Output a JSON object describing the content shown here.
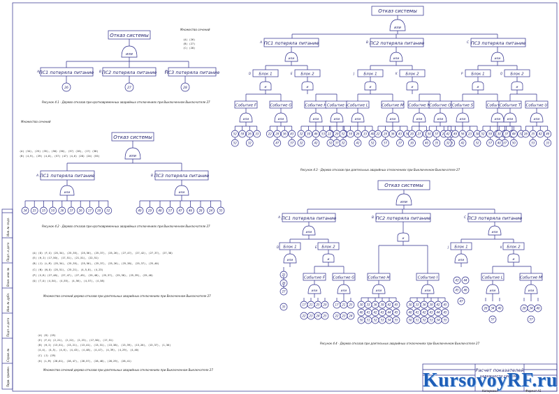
{
  "labels": {
    "system_failure": "Отказ системы",
    "or": "или",
    "and": "и",
    "ps1": "ПС1 потеряла питание",
    "ps2": "ПС2 потеряла питание",
    "ps3": "ПС3 потеряла питание",
    "block1": "Блок 1",
    "block2": "Блок 2",
    "ev_f": "Событие F",
    "ev_g": "Событие G",
    "ev_h": "Событие H",
    "ev_i": "Событие I",
    "ev_l": "Событие L",
    "ev_m": "Событие M",
    "ev_n": "Событие N",
    "ev_o": "Событие O",
    "ev_s": "Событие S",
    "ev_r": "Событие R",
    "ev_t": "Событие T",
    "ev_u": "Событие U"
  },
  "letters": [
    "A",
    "B",
    "C",
    "D",
    "E",
    "J",
    "K",
    "P",
    "Q"
  ],
  "captions": {
    "fig41": "Рисунок 4.1 - Дерево отказов при кратковременных аварийных отключениях при Выключенном Выключателе 27",
    "fig42": "Рисунок 4.2 - Дерево отказов при кратковременных аварийных отключениях при Выключенном Выключателе 27",
    "fig43": "Рисунок 4.3 - Дерево отказов при длительных аварийных отключениях при Выключенном Выключателе 27",
    "fig44": "Рисунок 4.4 - Дерево отказов при длительных аварийных отключениях при Выключенном Выключателе 27",
    "cuts1": "Множество сечений дерева отказов при длительных аварийных отключениях при Включенном Выключателе 27",
    "cuts2": "Множество сечений дерева отказов при длительных аварийных отключениях при Выключенном Выключателе 27"
  },
  "cut_sets_heading": "Множество сечений",
  "fig41_cuts": [
    "(A)  (26)",
    "(B)  (27)",
    "(C)  (28)"
  ],
  "fig42_cuts": [
    "(A)  (34), (25) (35), (50) (36), (37) (26), (17) (38)",
    "(B)  (4,9), (29) (4,8), (57) (47) (4,6) (28) (24) (55)"
  ],
  "table1": [
    "(A)  (D)  (F,G)   (25,34), (25,35), (25,56), (25,37), (25,26), (27,47), (27,42), (27,37), (27,38)",
    "         (E)  (H,I)   (17,50), (17,51), (21,51), (22,51)",
    "(B)  (J)  (L,M)   (25,34), (25,35), (25,56), (25,37), (25,26), (25,38), (25,37), (25,40)",
    "(C)  (N)  (N,O)   (25,51), (25,21), (4,5,8), (4,23)",
    "         (P)  (S,R)   (27,48), (27,47), (27,49), (25,48), (25,37), (25,38), (25,39), (25,40)",
    "         (Q)  (T,U)   (4,54), (4,55), (4,56), (4,57), (4,58)"
  ],
  "table2": [
    "(A)   (D)      (25)",
    "         (E)      (F,G)   (2,21), (2,22), (2,23), (17,50), (17,51)",
    "(B)             (H,I)   (13,51), (13,21), (13,41), (13,31), (13,38), (13,39), (13,26), (13,37), (1,36)",
    "                          (4,4), (4,5), (4,6), (4,43), (4,48), (4,47), (4,39), (4,29), (4,40)",
    "(C)   (J)      (29)",
    "         (K)      (L,M)   (28,61), (28,47), (28,57), (28,48), (28,29), (28,41)"
  ],
  "title_block": {
    "title": "Расчет показателей",
    "subtitle": "надежности системы",
    "copy": "Копировал",
    "format": "Формат  А1"
  },
  "watermark": "KursovoyRF.ru",
  "margin_labels": [
    "Перв. примен.",
    "Справ. №",
    "Подп. и дата",
    "Инв. № дубл.",
    "Взам. инв. №",
    "Подп. и дата",
    "Инв. № подл."
  ],
  "fig41_leaves": [
    "26",
    "27",
    "28"
  ],
  "fig42_leaves_a": [
    "34",
    "25",
    "35",
    "50",
    "36",
    "37",
    "26",
    "17",
    "38",
    "52"
  ],
  "fig42_leaves_b": [
    "49",
    "29",
    "48",
    "57",
    "47",
    "46",
    "28",
    "24",
    "55"
  ]
}
